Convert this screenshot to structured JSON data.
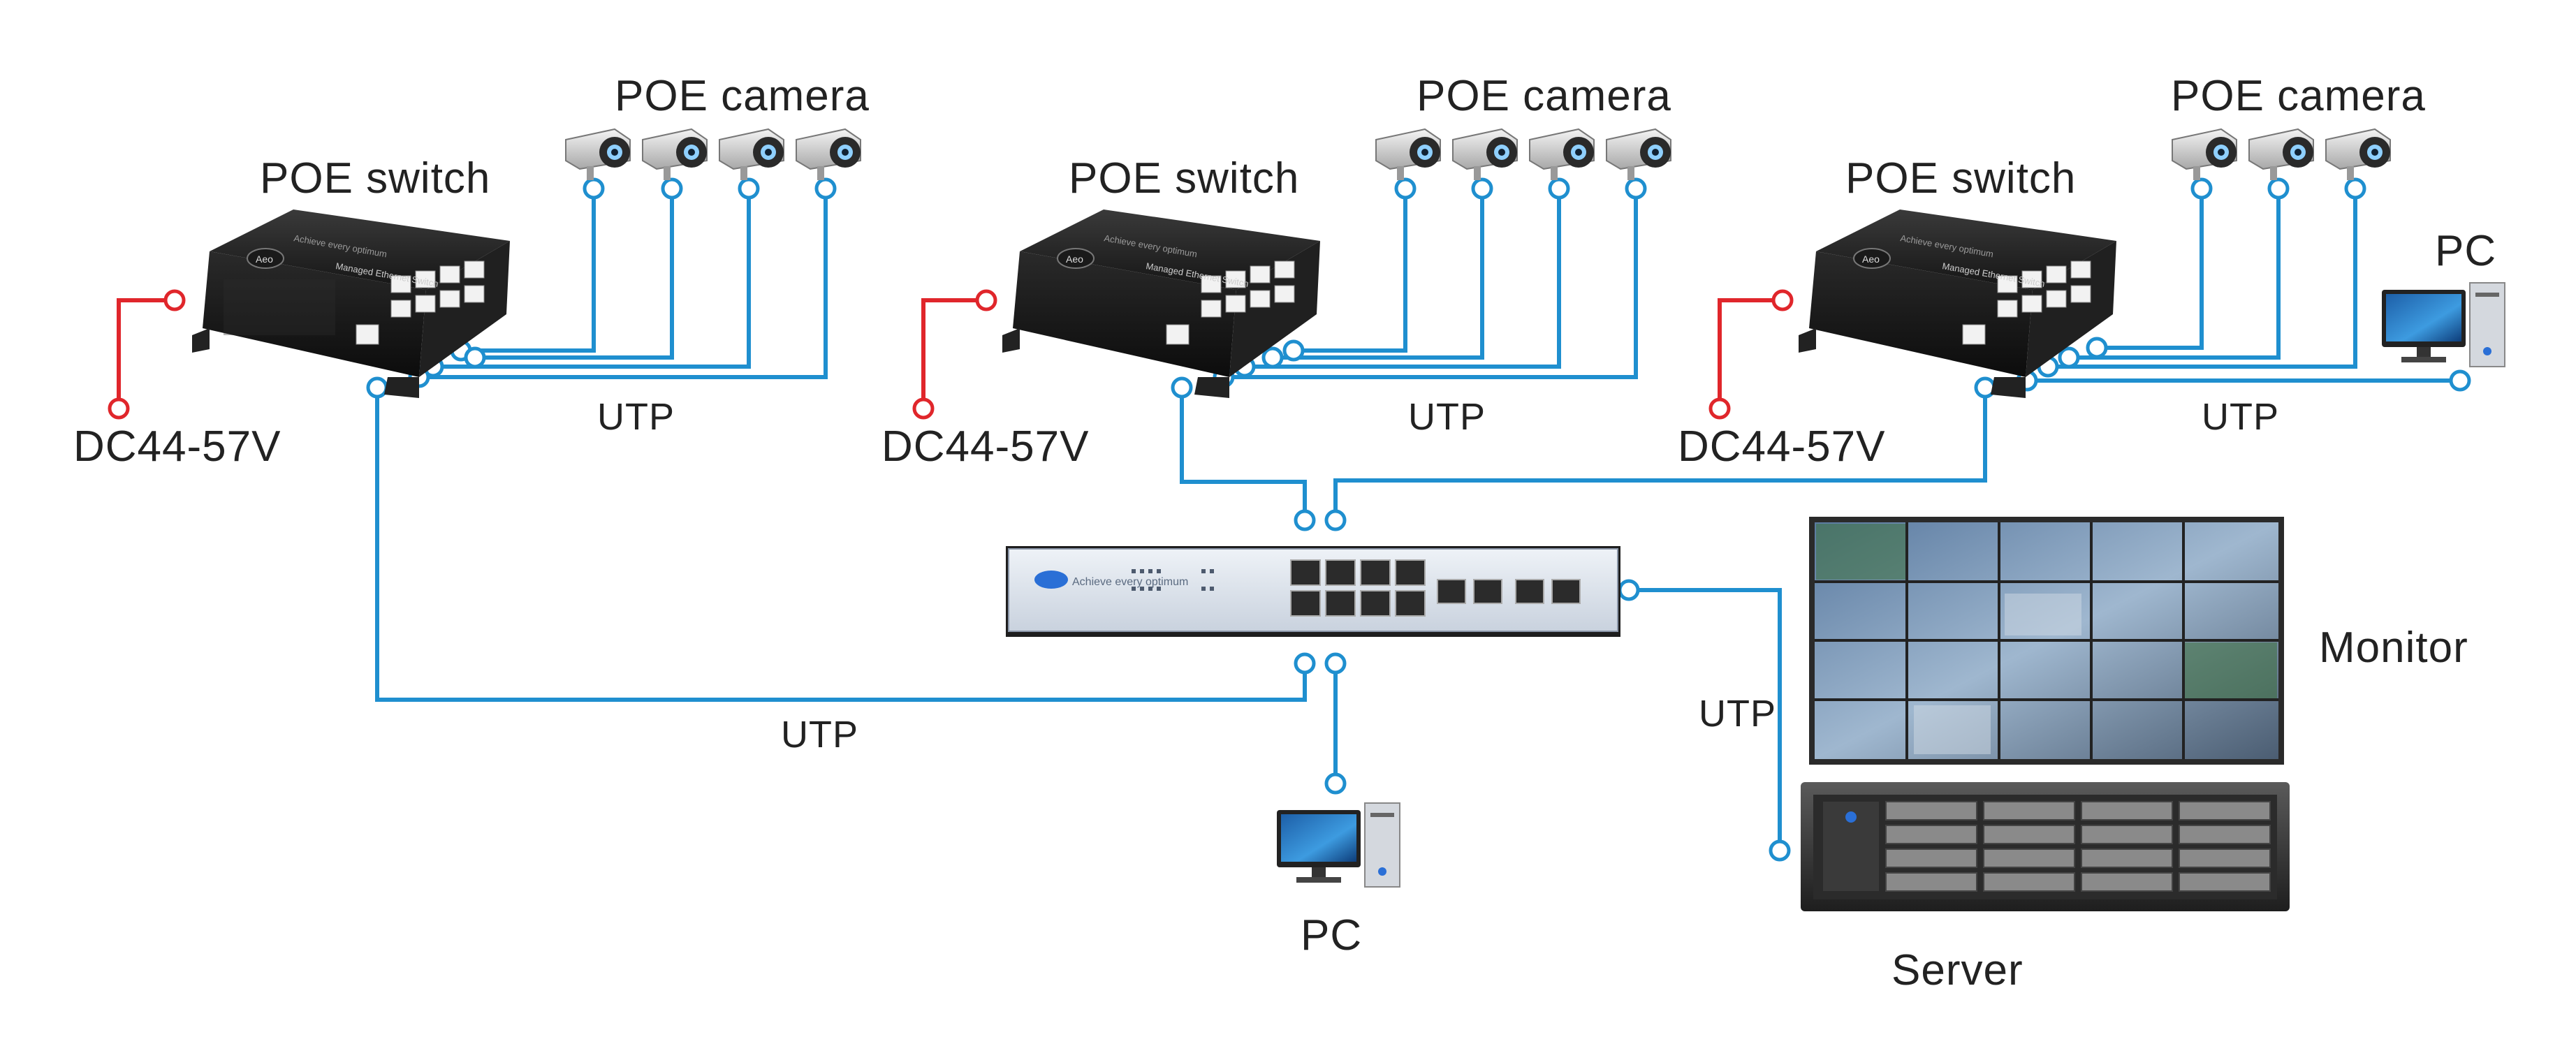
{
  "labels": {
    "poe_camera": "POE camera",
    "poe_switch": "POE switch",
    "dc_power": "DC44-57V",
    "utp": "UTP",
    "pc": "PC",
    "monitor": "Monitor",
    "server": "Server"
  },
  "device_text": {
    "switch_brand": "Aeo",
    "switch_title": "Managed Ethernet Switch",
    "switch_slogan": "Achieve every optimum",
    "central_slogan": "Achieve every optimum"
  },
  "colors": {
    "cable": "#1f8fcf",
    "power": "#e0262b",
    "device_dark": "#1c1c1c",
    "central_body": "#dfe5ee"
  }
}
